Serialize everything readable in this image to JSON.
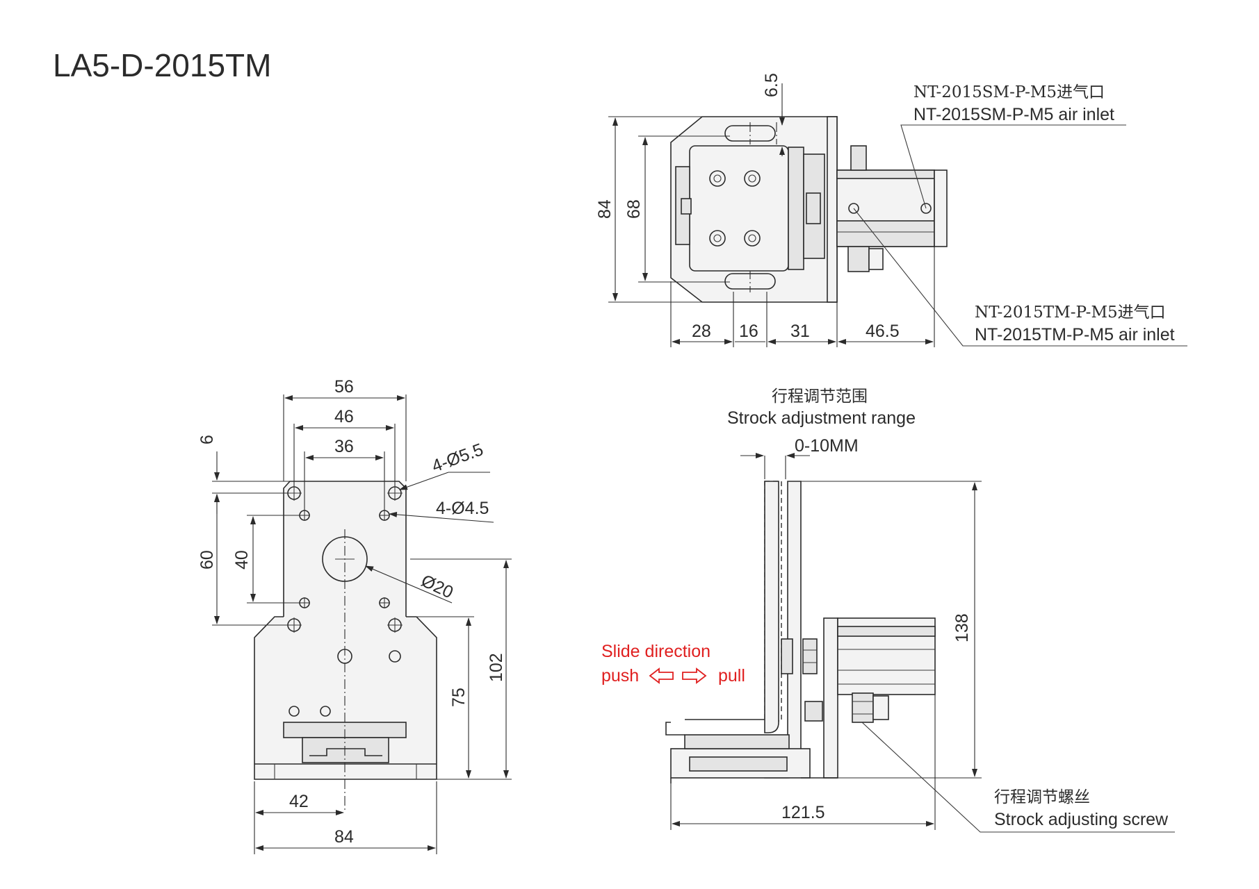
{
  "title": "LA5-D-2015TM",
  "top_view": {
    "inlet_sm_cn": "NT-2015SM-P-M5进气口",
    "inlet_sm_en": "NT-2015SM-P-M5 air inlet",
    "inlet_tm_cn": "NT-2015TM-P-M5进气口",
    "inlet_tm_en": "NT-2015TM-P-M5 air inlet",
    "dim_6_5": "6.5",
    "dim_84": "84",
    "dim_68": "68",
    "dim_28": "28",
    "dim_16": "16",
    "dim_31": "31",
    "dim_46_5": "46.5"
  },
  "front_view": {
    "dim_56": "56",
    "dim_46": "46",
    "dim_36": "36",
    "dim_6": "6",
    "dim_60": "60",
    "dim_40": "40",
    "hole_5_5": "4-Ø5.5",
    "hole_4_5": "4-Ø4.5",
    "dia_20": "Ø20",
    "dim_75": "75",
    "dim_102": "102",
    "dim_42": "42",
    "dim_84": "84"
  },
  "side_view": {
    "stroke_range_cn": "行程调节范围",
    "stroke_range_en": "Strock adjustment range",
    "stroke_value": "0-10MM",
    "dim_138": "138",
    "dim_121_5": "121.5",
    "screw_cn": "行程调节螺丝",
    "screw_en": "Strock adjusting screw",
    "slide_direction": "Slide direction",
    "push": "push",
    "pull": "pull"
  },
  "colors": {
    "line": "#2b2b2b",
    "accent": "#e02020",
    "background": "#ffffff"
  }
}
